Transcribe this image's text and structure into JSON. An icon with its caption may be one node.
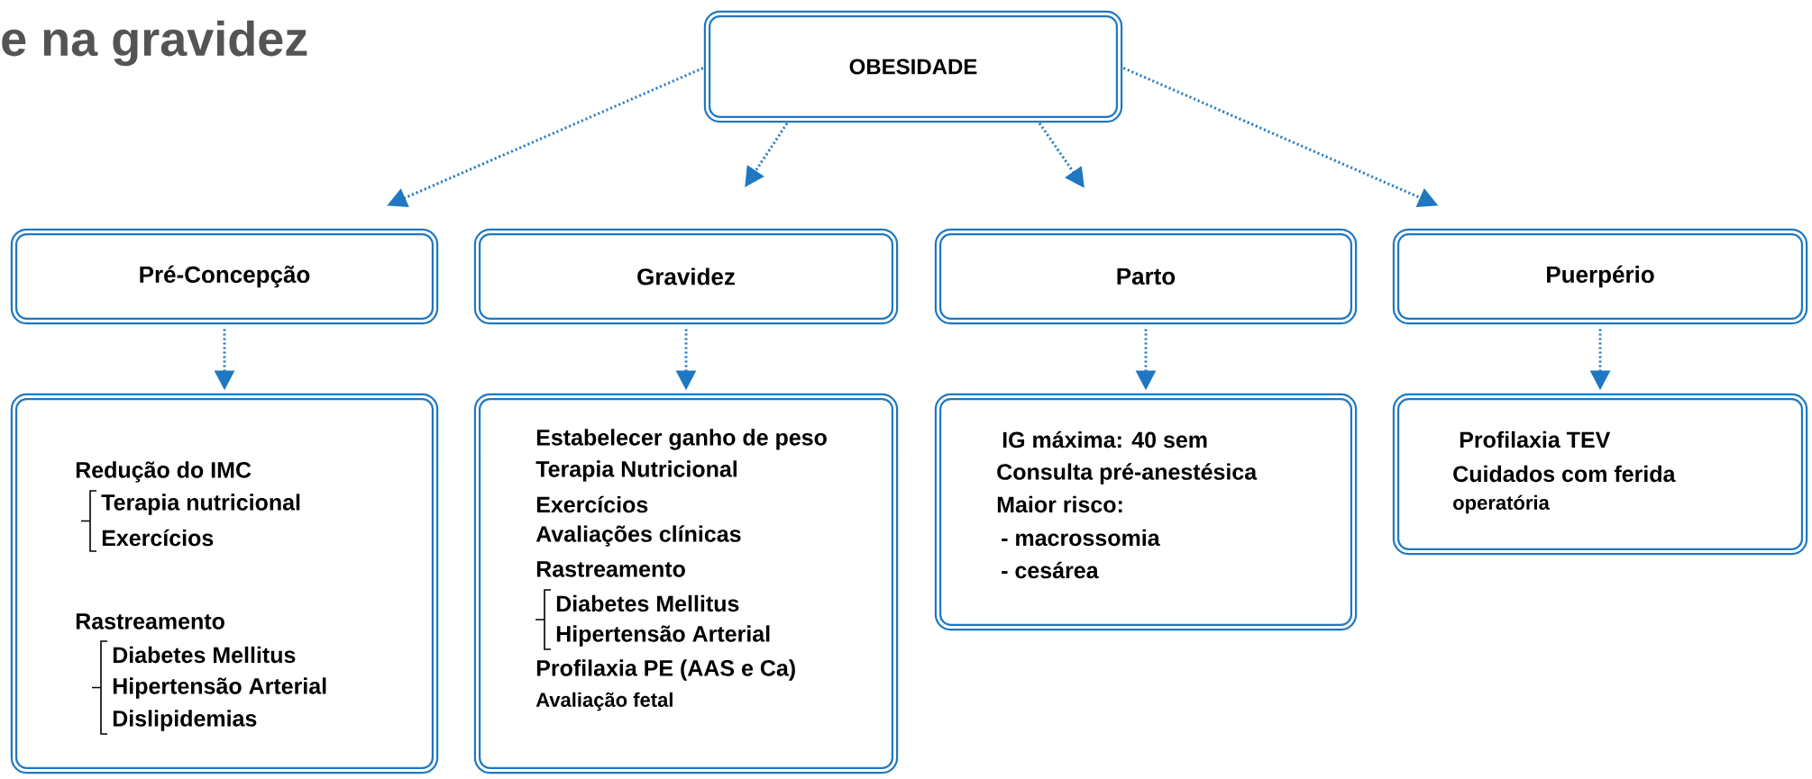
{
  "diagram": {
    "title": "e na gravidez",
    "nodes": [
      {
        "text": [
          "OBESIDADE"
        ]
      },
      {
        "text": [
          "Pré-Concepção"
        ]
      },
      {
        "text": [
          "Gravidez"
        ]
      },
      {
        "text": [
          "Parto"
        ]
      },
      {
        "text": [
          "Puerpério"
        ]
      },
      {
        "text": [
          "Redução do IMC",
          "Terapia nutricional",
          "Exercícios",
          "Rastreamento",
          "Diabetes Mellitus",
          "Hipertensão Arterial",
          "Dislipidemias"
        ]
      },
      {
        "text": [
          "Estabelecer ganho de peso",
          "Terapia Nutricional",
          "Exercícios",
          "Avaliações clínicas",
          "Rastreamento",
          "Diabetes Mellitus",
          "Hipertensão Arterial",
          "Profilaxia PE (AAS e Ca)",
          "Avaliação fetal"
        ]
      },
      {
        "text": [
          "IG máxima: 40 sem",
          "Consulta pré-anestésica",
          "Maior risco:",
          "- macrossomia",
          "- cesárea"
        ]
      },
      {
        "text": [
          "Profilaxia TEV",
          "Cuidados com ferida",
          "operatória"
        ]
      }
    ],
    "edges": [
      {
        "from": 0,
        "to": 1,
        "arrow": "to"
      },
      {
        "from": 0,
        "to": 2,
        "arrow": "to"
      },
      {
        "from": 0,
        "to": 3,
        "arrow": "to"
      },
      {
        "from": 0,
        "to": 4,
        "arrow": "to"
      },
      {
        "from": 1,
        "to": 5,
        "arrow": "to"
      },
      {
        "from": 2,
        "to": 6,
        "arrow": "to"
      },
      {
        "from": 3,
        "to": 7,
        "arrow": "to"
      },
      {
        "from": 4,
        "to": 8,
        "arrow": "to"
      }
    ]
  }
}
